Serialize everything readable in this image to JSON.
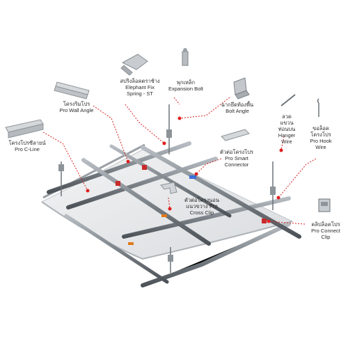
{
  "components": {
    "pro_c_line": {
      "thai": "โครงโปรซีลายน์",
      "en": "Pro C-Line"
    },
    "pro_wall_angle": {
      "thai": "โครงริมโปร",
      "en": "Pro Wall Angle"
    },
    "elephant_fix": {
      "thai": "สปริงล็อคตราช้าง",
      "en1": "Elephant Fix",
      "en2": "Spring - ST"
    },
    "expansion_bolt": {
      "thai": "พุกเหล็ก",
      "en": "Expansion Bolt"
    },
    "bolt_angle": {
      "thai": "ฉากยึดท้องพื้น",
      "en": "Bolt Angle"
    },
    "hanger_wire": {
      "thai1": "ลวด",
      "thai2": "แขวน",
      "thai3": "ท่อนบน",
      "en1": "Hanger",
      "en2": "Wire"
    },
    "pro_hook_wire": {
      "thai1": "ขอล็อค",
      "thai2": "โครงโปร",
      "en1": "Pro Hook",
      "en2": "Wire"
    },
    "pro_smart_connector": {
      "thai": "ตัวต่อโครงโปร",
      "en1": "Pro Smart",
      "en2": "Connector"
    },
    "pro_cross_clip": {
      "thai1": "ตัวต่อโครงนอน",
      "thai2": "แนวขวาง Pro",
      "en": "Cross Clip"
    },
    "pro_connect_clip": {
      "thai": "คลิปล็อคโปร",
      "en1": "Pro Connect",
      "en2": "Clip"
    }
  },
  "colors": {
    "leader": "#d62020",
    "dot": "#e02020",
    "rail": "#8a9198",
    "rail_dark": "#4f565c",
    "board": "#e6e8ea",
    "connector_blue": "#3b6fd8",
    "connector_red": "#c92a2a",
    "clip_orange": "#e07a1a"
  }
}
